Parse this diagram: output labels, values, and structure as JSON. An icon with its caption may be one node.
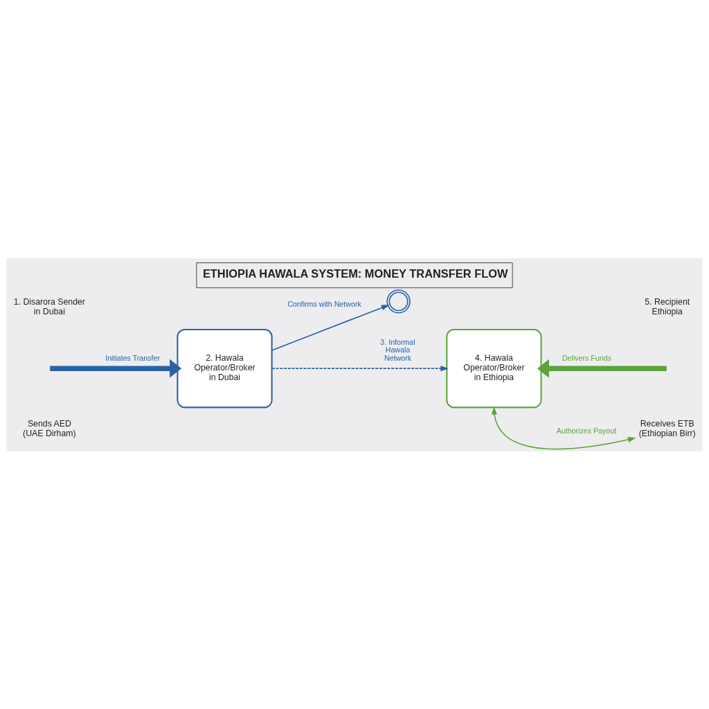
{
  "diagram": {
    "title": "ETHIOPIA HAWALA SYSTEM: MONEY TRANSFER FLOW",
    "nodes": [
      {
        "text": [
          "2. Hawala Operator/Broker in Dubai"
        ]
      },
      {
        "text": [],
        "shape": "picture"
      },
      {
        "text": [
          "4. Hawala Operator/Broker in Ethiopia"
        ]
      },
      {
        "text": [
          "Receives ETB (Ethiopian Birr)"
        ]
      }
    ],
    "edges": [
      {
        "from": null,
        "to": 0,
        "arrow": "to",
        "label": "Initiates Transfer",
        "style": "thick"
      },
      {
        "from": 0,
        "to": 1,
        "arrow": "to",
        "label": "Confirms with Network"
      },
      {
        "from": 0,
        "to": 2,
        "arrow": "to",
        "label": "3. Informal Hawala Network",
        "style": "dashed"
      },
      {
        "from": null,
        "to": 2,
        "arrow": "to",
        "label": "Delivers Funds",
        "style": "thick",
        "color": "#5ba33b"
      },
      {
        "from": 2,
        "to": 3,
        "arrow": "both",
        "label": "Authorizes Payout",
        "color": "#5ba33b"
      }
    ],
    "labels": [
      "1. Disarora Sender in Dubai",
      "5. Recipient Ethiopia",
      "Sends AED (UAE Dirham)"
    ]
  }
}
